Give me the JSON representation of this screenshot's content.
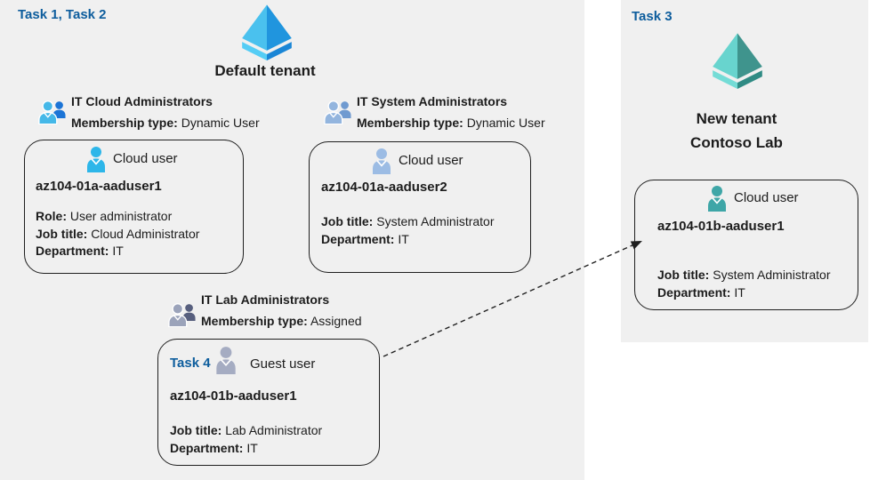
{
  "colors": {
    "panel_background": "#f0f0f0",
    "task_label_blue": "#0d5d9d",
    "text": "#1c1c1c",
    "card_border": "#1f1f1f",
    "arrow": "#1f1f1f"
  },
  "icons": {
    "default_tenant": {
      "left_face": "#4ac1ee",
      "right_face": "#2095de",
      "base_left": "#55cdf5",
      "base_right": "#1a86d6"
    },
    "new_tenant": {
      "left_face": "#68d4ce",
      "right_face": "#3f948d",
      "base_left": "#74dcd6",
      "base_right": "#2f8b84"
    },
    "group_cloud_admins": {
      "front": "#45b8e8",
      "back": "#1b74d6"
    },
    "group_system_admins": {
      "front": "#93b5de",
      "back": "#6f9ad0"
    },
    "group_lab_admins": {
      "front": "#9ba3ba",
      "back": "#575f7e"
    },
    "user_cloud_1": "#2db6e9",
    "user_cloud_2": "#9cbce4",
    "user_guest": "#a5acc2",
    "user_new_tenant": "#3ea6a7"
  },
  "left_panel": {
    "task_label": "Task 1, Task 2",
    "tenant_name": "Default tenant",
    "groups": [
      {
        "title": "IT Cloud Administrators",
        "membership_label": "Membership type:",
        "membership_value": "Dynamic User"
      },
      {
        "title": "IT System Administrators",
        "membership_label": "Membership type:",
        "membership_value": "Dynamic User"
      },
      {
        "title": "IT Lab Administrators",
        "membership_label": "Membership type:",
        "membership_value": "Assigned"
      }
    ],
    "cards": [
      {
        "user_type": "Cloud user",
        "name": "az104-01a-aaduser1",
        "details": [
          {
            "label": "Role:",
            "value": "User administrator"
          },
          {
            "label": "Job title:",
            "value": "Cloud Administrator"
          },
          {
            "label": "Department:",
            "value": "IT"
          }
        ]
      },
      {
        "user_type": "Cloud user",
        "name": "az104-01a-aaduser2",
        "details": [
          {
            "label": "Job title:",
            "value": "System Administrator"
          },
          {
            "label": "Department:",
            "value": "IT"
          }
        ]
      },
      {
        "task_label": "Task 4",
        "user_type": "Guest user",
        "name": "az104-01b-aaduser1",
        "details": [
          {
            "label": "Job title:",
            "value": "Lab Administrator"
          },
          {
            "label": "Department:",
            "value": "IT"
          }
        ]
      }
    ]
  },
  "right_panel": {
    "task_label": "Task 3",
    "tenant_name_line1": "New tenant",
    "tenant_name_line2": "Contoso Lab",
    "card": {
      "user_type": "Cloud user",
      "name": "az104-01b-aaduser1",
      "details": [
        {
          "label": "Job title:",
          "value": "System Administrator"
        },
        {
          "label": "Department:",
          "value": "IT"
        }
      ]
    }
  }
}
